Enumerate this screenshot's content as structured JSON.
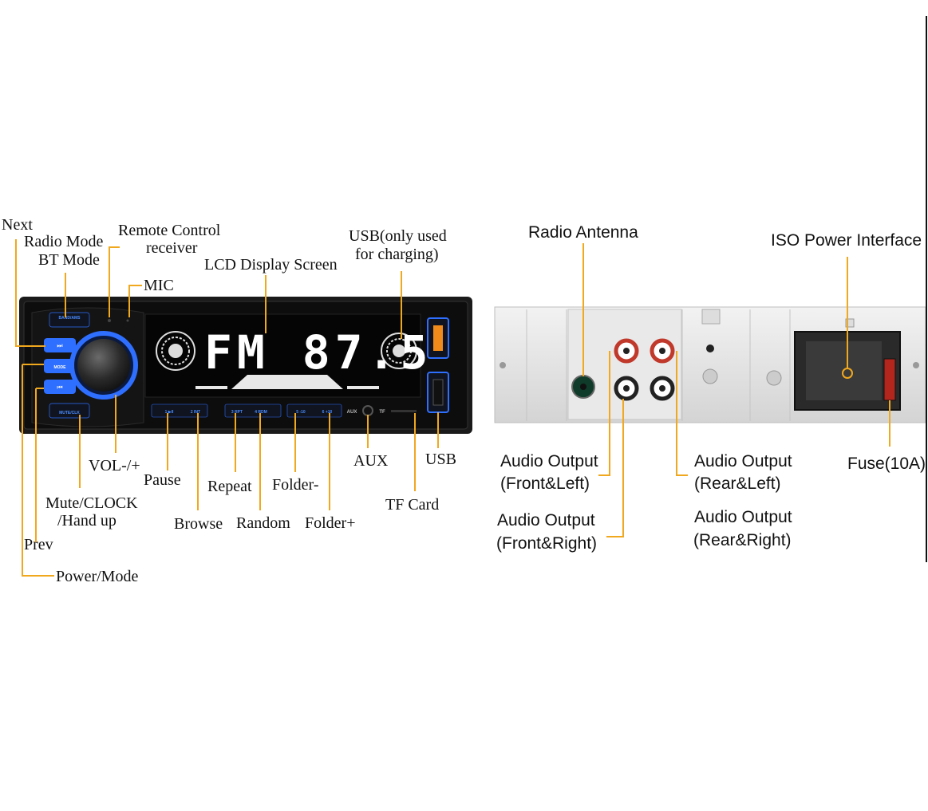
{
  "front_labels": {
    "next": "Next",
    "radio_mode": "Radio Mode",
    "bt_mode": "BT Mode",
    "remote_control": "Remote Control",
    "receiver": "receiver",
    "mic": "MIC",
    "lcd_display": "LCD Display Screen",
    "usb_charging_1": "USB(only used",
    "usb_charging_2": "for charging)",
    "vol": "VOL-/+",
    "pause": "Pause",
    "repeat": "Repeat",
    "folder_minus": "Folder-",
    "aux": "AUX",
    "usb": "USB",
    "mute_clock_1": "Mute/CLOCK",
    "mute_clock_2": "/Hand up",
    "tf_card": "TF Card",
    "browse": "Browse",
    "random": "Random",
    "folder_plus": "Folder+",
    "prev": "Prev",
    "power_mode": "Power/Mode"
  },
  "back_labels": {
    "radio_antenna": "Radio Antenna",
    "iso_power": "ISO Power Interface",
    "audio_front_left_1": "Audio Output",
    "audio_front_left_2": "(Front&Left)",
    "audio_rear_left_1": "Audio Output",
    "audio_rear_left_2": "(Rear&Left)",
    "fuse": "Fuse(10A)",
    "audio_front_right_1": "Audio Output",
    "audio_front_right_2": "(Front&Right)",
    "audio_rear_right_1": "Audio Output",
    "audio_rear_right_2": "(Rear&Right)"
  },
  "device": {
    "display_text": "FM  87.5",
    "band_button": "BAND/AMS",
    "mode_button": "MODE",
    "mute_button": "MUTE/CLK",
    "preset_1": "1 ▶II",
    "preset_2": "2 INT",
    "preset_3": "3 RPT",
    "preset_4": "4 RDM",
    "preset_5": "5 -10",
    "preset_6": "6 +10",
    "aux_port": "AUX",
    "tf_slot": "TF"
  },
  "colors": {
    "leader_line": "#f0a81e",
    "button_glow": "#2f6fff",
    "display_bg": "#050505",
    "usb_orange": "#f08a1a"
  }
}
